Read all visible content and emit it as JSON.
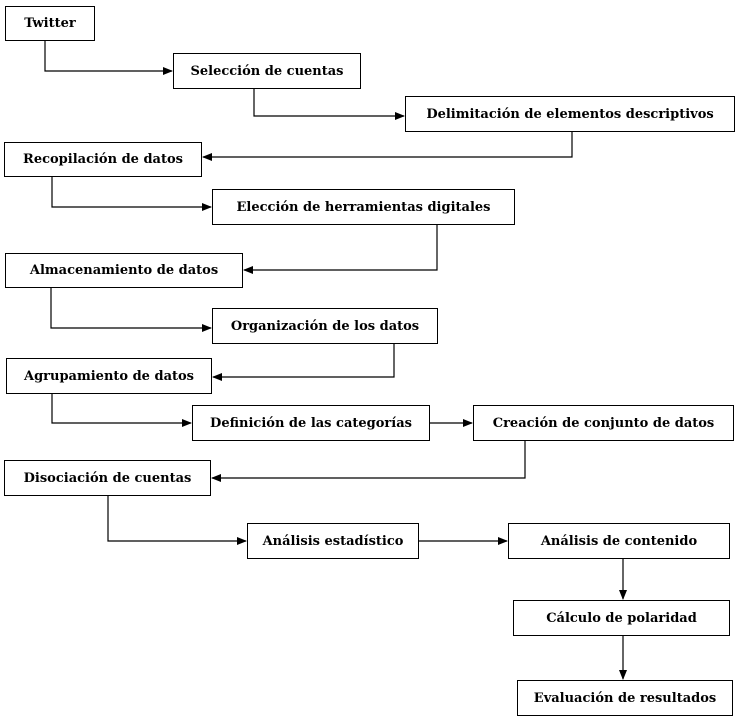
{
  "nodes": {
    "twitter": "Twitter",
    "seleccion_cuentas": "Selección de cuentas",
    "delimitacion": "Delimitación de elementos descriptivos",
    "recopilacion": "Recopilación de datos",
    "eleccion_herramientas": "Elección de herramientas digitales",
    "almacenamiento": "Almacenamiento de datos",
    "organizacion": "Organización de los datos",
    "agrupamiento": "Agrupamiento de datos",
    "definicion_categorias": "Definición de las categorías",
    "creacion_conjunto": "Creación de conjunto de datos",
    "disociacion": "Disociación de cuentas",
    "analisis_estadistico": "Análisis estadístico",
    "analisis_contenido": "Análisis de contenido",
    "calculo_polaridad": "Cálculo de polaridad",
    "evaluacion_resultados": "Evaluación de resultados"
  },
  "edges": [
    {
      "from": "twitter",
      "to": "seleccion_cuentas"
    },
    {
      "from": "seleccion_cuentas",
      "to": "delimitacion"
    },
    {
      "from": "delimitacion",
      "to": "recopilacion"
    },
    {
      "from": "recopilacion",
      "to": "eleccion_herramientas"
    },
    {
      "from": "eleccion_herramientas",
      "to": "almacenamiento"
    },
    {
      "from": "almacenamiento",
      "to": "organizacion"
    },
    {
      "from": "organizacion",
      "to": "agrupamiento"
    },
    {
      "from": "agrupamiento",
      "to": "definicion_categorias"
    },
    {
      "from": "definicion_categorias",
      "to": "creacion_conjunto"
    },
    {
      "from": "creacion_conjunto",
      "to": "disociacion"
    },
    {
      "from": "disociacion",
      "to": "analisis_estadistico"
    },
    {
      "from": "analisis_estadistico",
      "to": "analisis_contenido"
    },
    {
      "from": "analisis_contenido",
      "to": "calculo_polaridad"
    },
    {
      "from": "calculo_polaridad",
      "to": "evaluacion_resultados"
    }
  ],
  "colors": {
    "line": "#000000",
    "box_border": "#000000",
    "background": "#ffffff",
    "text": "#000000"
  }
}
